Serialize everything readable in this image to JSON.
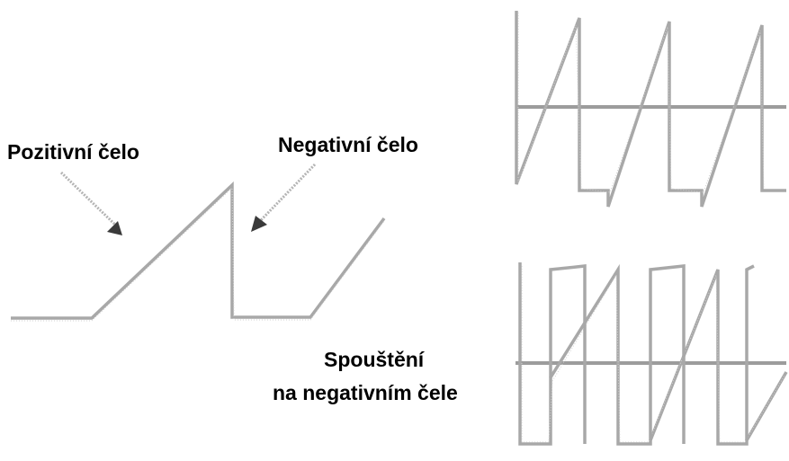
{
  "labels": {
    "positive_edge": "Pozitivní čelo",
    "negative_edge": "Negativní čelo",
    "trigger_line1": "Spouštění",
    "trigger_line2": "na negativním čele"
  },
  "colors": {
    "trace": "#a8a8a8",
    "axis": "#9c9c9c",
    "arrow_head": "#3a3a3a",
    "text": "#000000",
    "background": "#ffffff"
  }
}
